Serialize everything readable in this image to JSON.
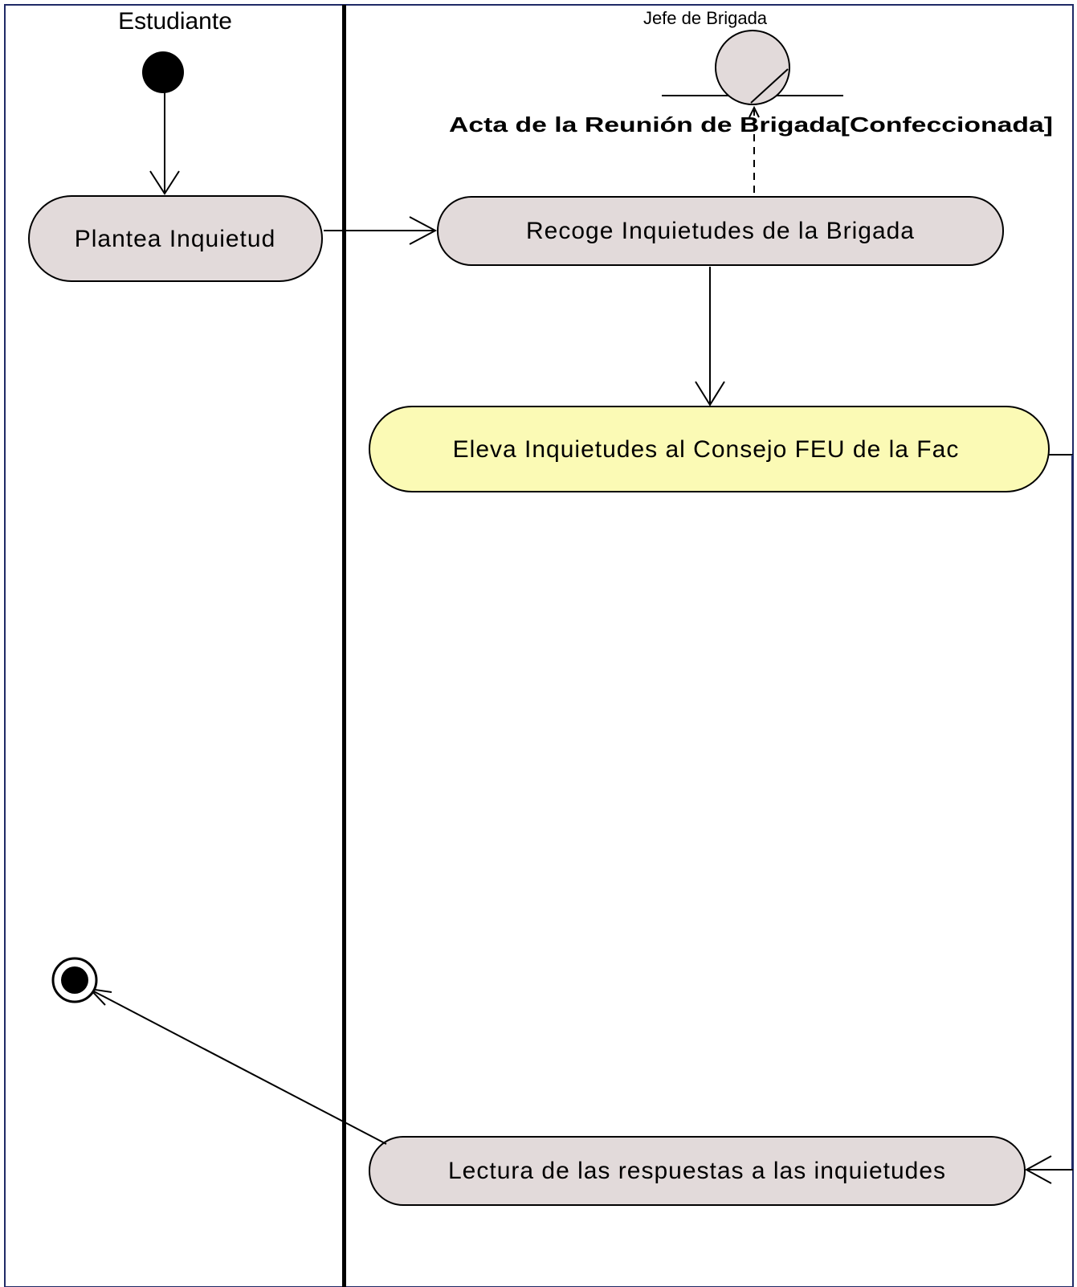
{
  "lanes": {
    "left": {
      "title": "Estudiante"
    },
    "right": {
      "title": "Jefe de Brigada"
    }
  },
  "activities": {
    "plantea": "Plantea Inquietud",
    "recoge": "Recoge Inquietudes de la Brigada",
    "eleva": "Eleva Inquietudes al Consejo FEU de la Fac",
    "lectura": "Lectura de las respuestas a las inquietudes"
  },
  "object_node": {
    "label": "Acta de la Reunión de Brigada[Confeccionada]"
  },
  "colors": {
    "activity_fill": "#e2dada",
    "highlight_fill": "#fbfab5",
    "lane_border": "#000000",
    "outer_border": "#1f2a66"
  }
}
